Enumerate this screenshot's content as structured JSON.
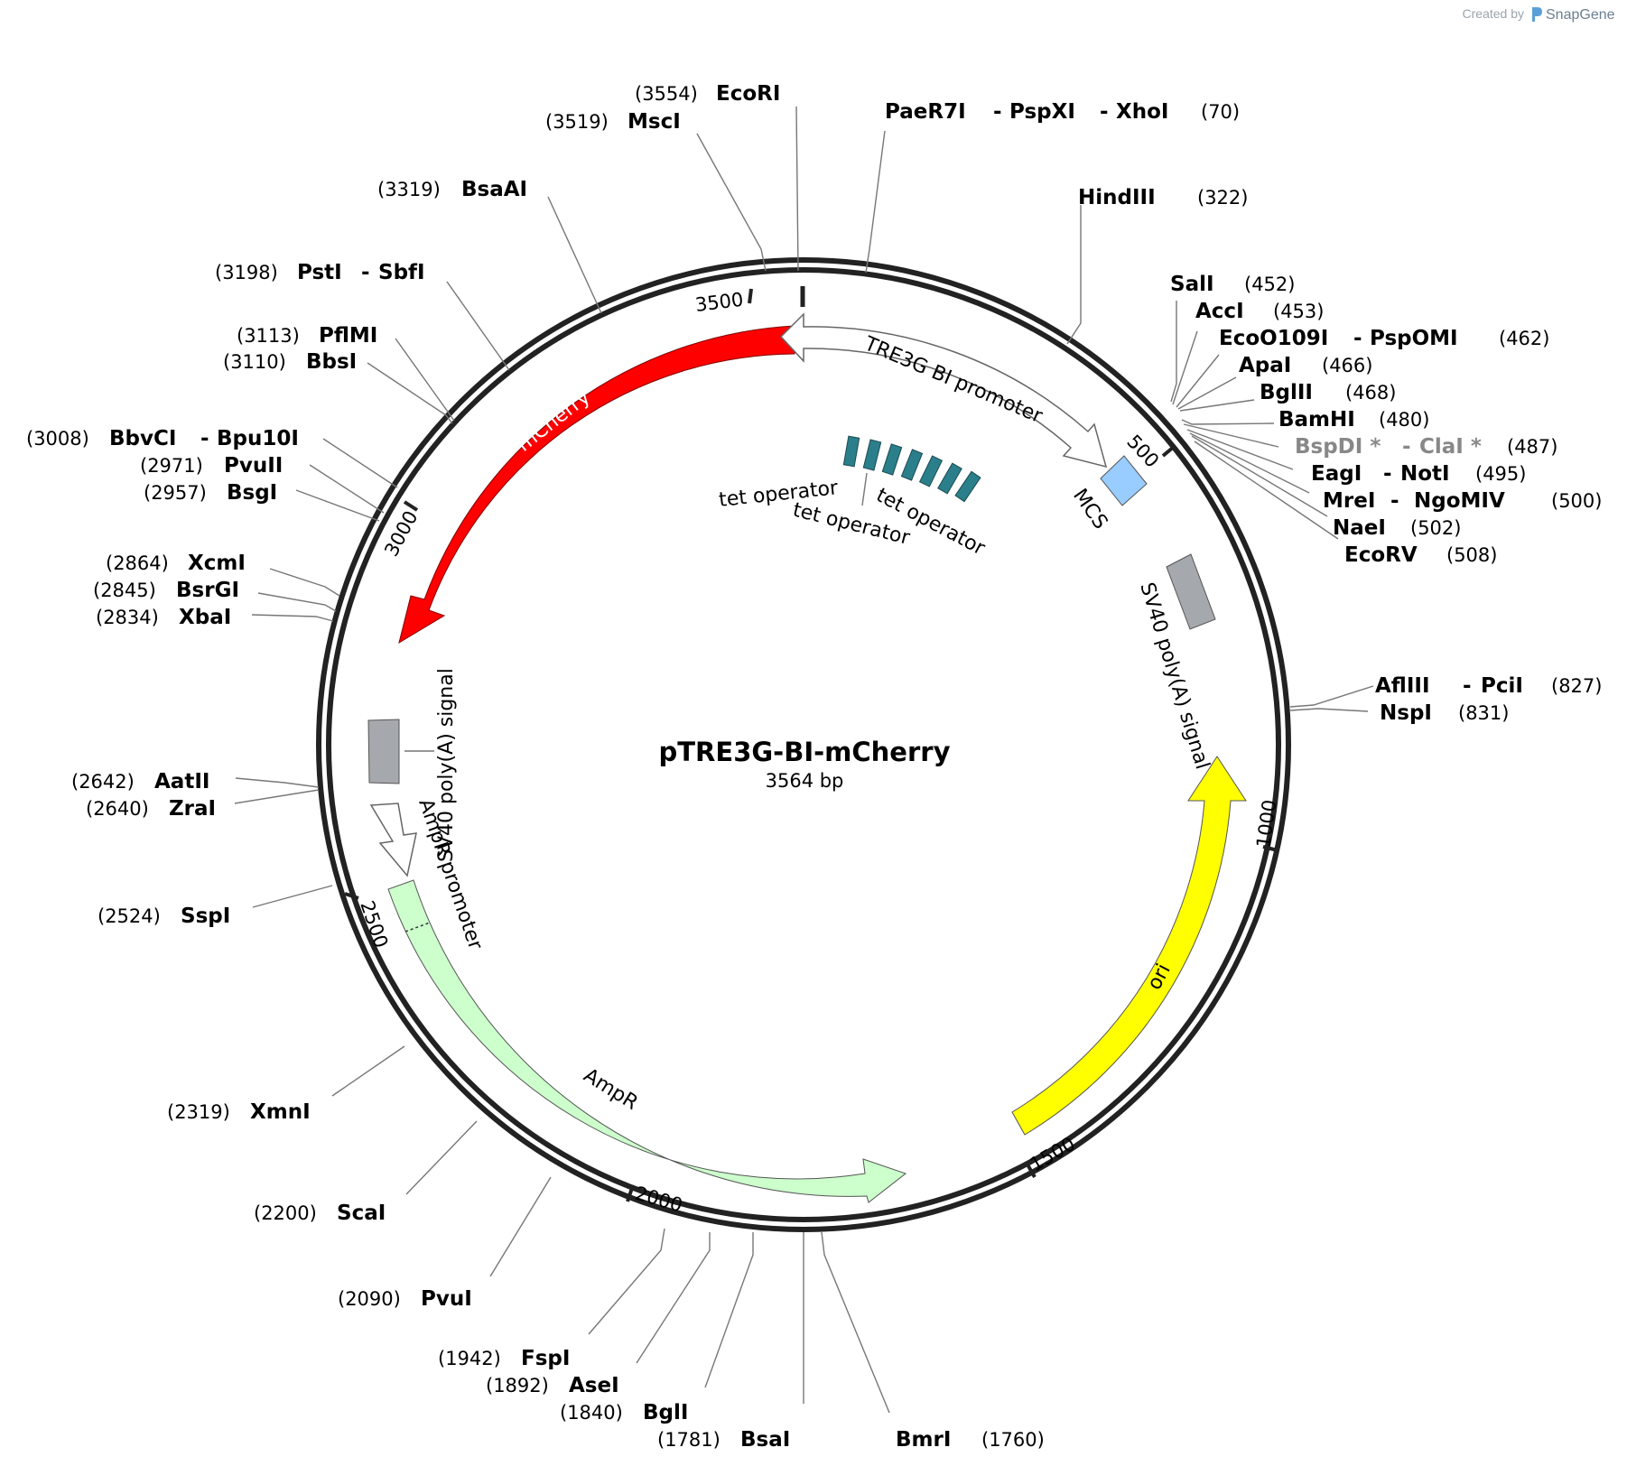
{
  "credit": {
    "prefix": "Created by",
    "brand": "SnapGene"
  },
  "plasmid": {
    "name": "pTRE3G-BI-mCherry",
    "size": "3564 bp"
  },
  "ticks": [
    "3500",
    "500",
    "3000",
    "1000",
    "2500",
    "1500",
    "2000"
  ],
  "features": {
    "mcherry": "mCherry",
    "tre3g": "TRE3G BI promoter",
    "mcs": "MCS",
    "tet1": "tet operator",
    "tet2": "tet operator",
    "tet3": "tet operator",
    "sv40_right": "SV40 poly(A) signal",
    "sv40_left": "SV40 poly(A) signal",
    "ampr_promoter": "AmpR promoter",
    "ampr": "AmpR",
    "ori": "ori"
  },
  "colors": {
    "mcherry": "#ff0000",
    "ori": "#ffff00",
    "ampr": "#ccffcc",
    "mcs": "#99ccff",
    "sv40": "#a5a8ac",
    "tet_operator": "#2b7f8a",
    "backbone": "#222222"
  },
  "sites": [
    {
      "pos": "(3554)",
      "names": [
        "EcoRI"
      ]
    },
    {
      "pos": "(3519)",
      "names": [
        "MscI"
      ]
    },
    {
      "pos": "(70)",
      "names": [
        "PaeR7I",
        "PspXI",
        "XhoI"
      ]
    },
    {
      "pos": "(3319)",
      "names": [
        "BsaAI"
      ]
    },
    {
      "pos": "(322)",
      "names": [
        "HindIII"
      ]
    },
    {
      "pos": "(3198)",
      "names": [
        "PstI",
        "SbfI"
      ]
    },
    {
      "pos": "(452)",
      "names": [
        "SalI"
      ]
    },
    {
      "pos": "(453)",
      "names": [
        "AccI"
      ]
    },
    {
      "pos": "(3113)",
      "names": [
        "PflMI"
      ]
    },
    {
      "pos": "(462)",
      "names": [
        "EcoO109I",
        "PspOMI"
      ]
    },
    {
      "pos": "(3110)",
      "names": [
        "BbsI"
      ]
    },
    {
      "pos": "(466)",
      "names": [
        "ApaI"
      ]
    },
    {
      "pos": "(468)",
      "names": [
        "BglII"
      ]
    },
    {
      "pos": "(480)",
      "names": [
        "BamHI"
      ]
    },
    {
      "pos": "(3008)",
      "names": [
        "BbvCI",
        "Bpu10I"
      ]
    },
    {
      "pos": "(487)",
      "names": [
        "BspDI *",
        "ClaI *"
      ],
      "note": "gray"
    },
    {
      "pos": "(2971)",
      "names": [
        "PvuII"
      ]
    },
    {
      "pos": "(495)",
      "names": [
        "EagI",
        "NotI"
      ]
    },
    {
      "pos": "(2957)",
      "names": [
        "BsgI"
      ]
    },
    {
      "pos": "(500)",
      "names": [
        "MreI",
        "NgoMIV"
      ]
    },
    {
      "pos": "(502)",
      "names": [
        "NaeI"
      ]
    },
    {
      "pos": "(508)",
      "names": [
        "EcoRV"
      ]
    },
    {
      "pos": "(2864)",
      "names": [
        "XcmI"
      ]
    },
    {
      "pos": "(2845)",
      "names": [
        "BsrGI"
      ]
    },
    {
      "pos": "(2834)",
      "names": [
        "XbaI"
      ]
    },
    {
      "pos": "(827)",
      "names": [
        "AflIII",
        "PciI"
      ]
    },
    {
      "pos": "(831)",
      "names": [
        "NspI"
      ]
    },
    {
      "pos": "(2642)",
      "names": [
        "AatII"
      ]
    },
    {
      "pos": "(2640)",
      "names": [
        "ZraI"
      ]
    },
    {
      "pos": "(2524)",
      "names": [
        "SspI"
      ]
    },
    {
      "pos": "(2319)",
      "names": [
        "XmnI"
      ]
    },
    {
      "pos": "(2200)",
      "names": [
        "ScaI"
      ]
    },
    {
      "pos": "(2090)",
      "names": [
        "PvuI"
      ]
    },
    {
      "pos": "(1942)",
      "names": [
        "FspI"
      ]
    },
    {
      "pos": "(1892)",
      "names": [
        "AseI"
      ]
    },
    {
      "pos": "(1840)",
      "names": [
        "BglI"
      ]
    },
    {
      "pos": "(1781)",
      "names": [
        "BsaI"
      ]
    },
    {
      "pos": "(1760)",
      "names": [
        "BmrI"
      ]
    }
  ]
}
